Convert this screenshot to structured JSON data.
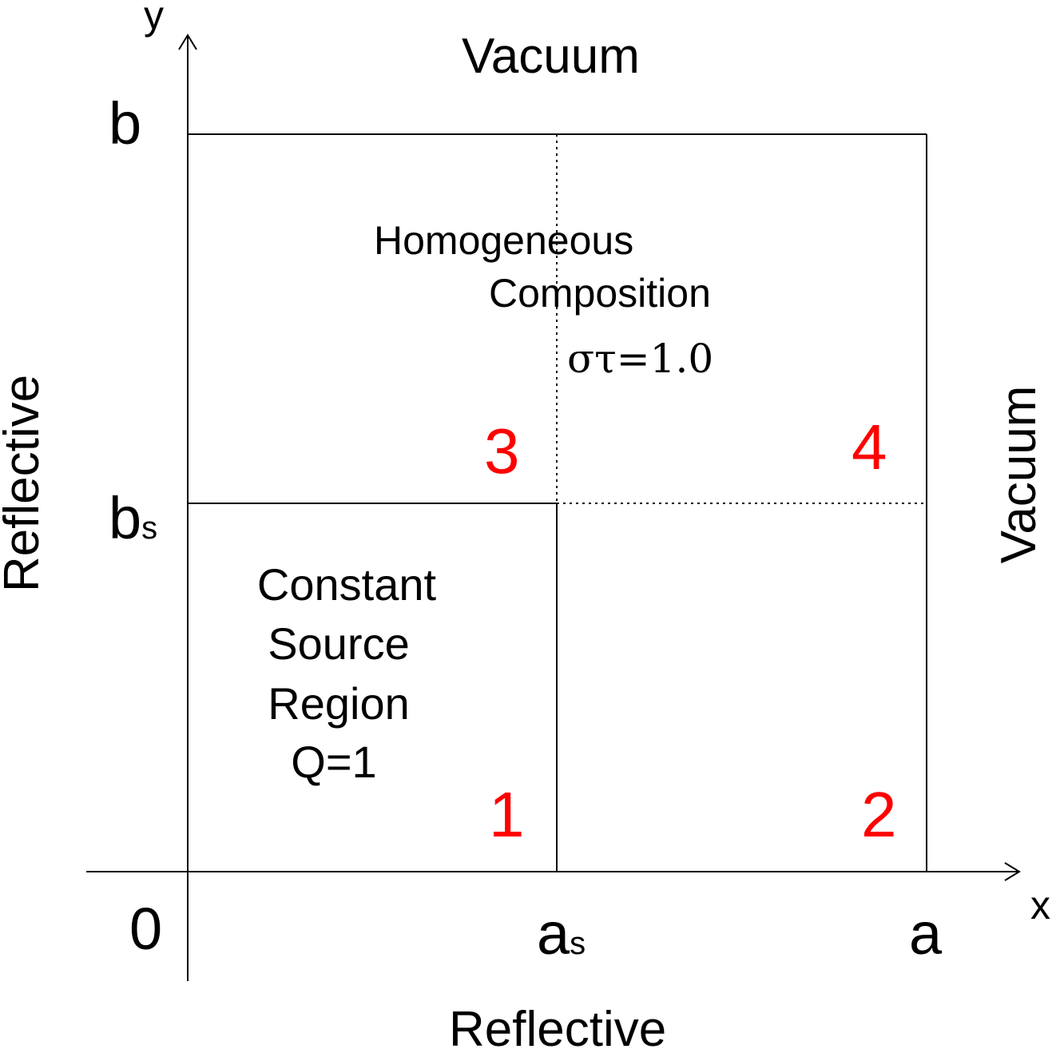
{
  "axes": {
    "x_label": "x",
    "y_label": "y"
  },
  "ticks": {
    "origin": "0",
    "x_mid_base": "a",
    "x_mid_sub": "s",
    "x_end": "a",
    "y_mid_base": "b",
    "y_mid_sub": "s",
    "y_end": "b"
  },
  "boundaries": {
    "top": "Vacuum",
    "right": "Vacuum",
    "bottom": "Reflective",
    "left": "Reflective"
  },
  "regions": {
    "source_lines": [
      "Constant",
      "Source",
      "Region",
      "Q=1"
    ],
    "composition_lines": [
      "Homogeneous",
      "Composition",
      "στ=1.0"
    ],
    "numbers": [
      "1",
      "2",
      "3",
      "4"
    ]
  },
  "colors": {
    "region_number": "#ff0000",
    "lines": "#000000"
  }
}
